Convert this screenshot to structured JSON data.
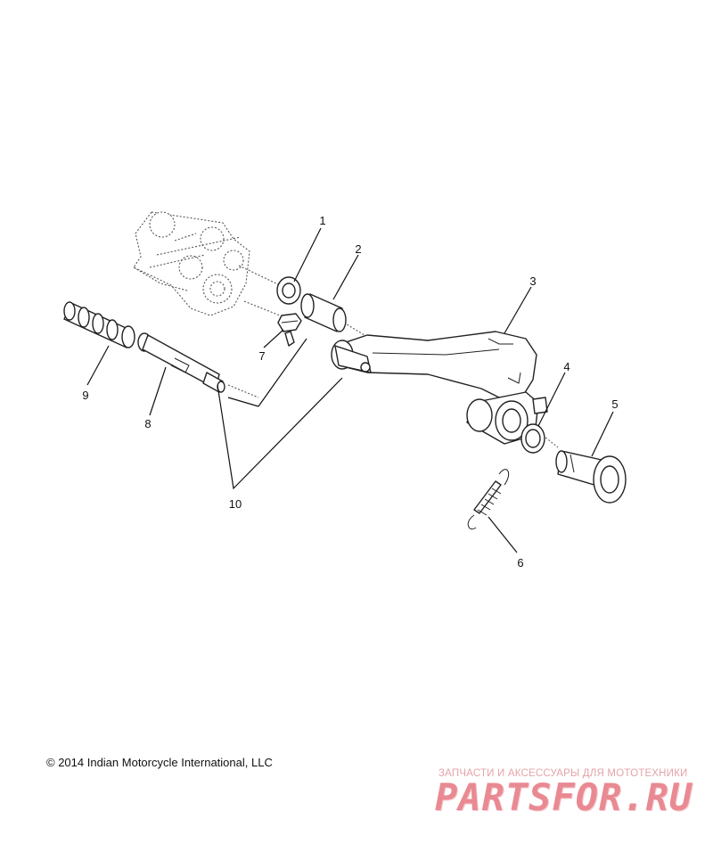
{
  "diagram": {
    "callouts": [
      "1",
      "2",
      "3",
      "4",
      "5",
      "6",
      "7",
      "8",
      "9",
      "10"
    ]
  },
  "footer": {
    "copyright": "© 2014 Indian Motorcycle International, LLC"
  },
  "watermark": {
    "tagline": "ЗАПЧАСТИ И АКСЕССУАРЫ ДЛЯ МОТОТЕХНИКИ",
    "logo": "PARTSFOR.RU"
  }
}
